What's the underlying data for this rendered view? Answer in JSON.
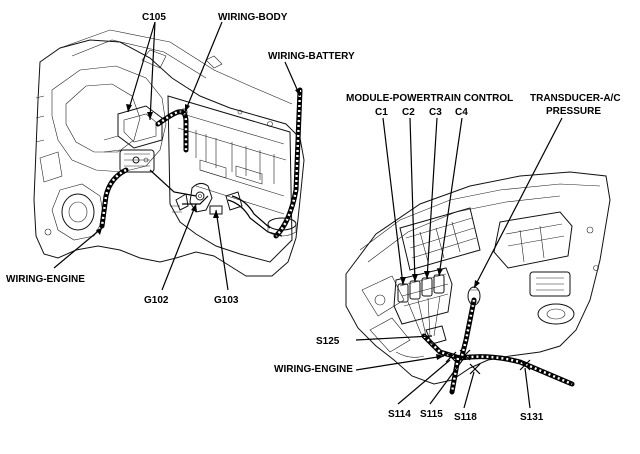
{
  "labels": {
    "c105": "C105",
    "wiring_body": "WIRING-BODY",
    "wiring_battery": "WIRING-BATTERY",
    "wiring_engine_left": "WIRING-ENGINE",
    "g102": "G102",
    "g103": "G103",
    "pcm_title": "MODULE-POWERTRAIN CONTROL",
    "c1": "C1",
    "c2": "C2",
    "c3": "C3",
    "c4": "C4",
    "transducer_line1": "TRANSDUCER-A/C",
    "transducer_line2": "PRESSURE",
    "s125": "S125",
    "wiring_engine_right": "WIRING-ENGINE",
    "s114": "S114",
    "s115": "S115",
    "s118": "S118",
    "s131": "S131"
  },
  "colors": {
    "ink": "#000000",
    "background": "#ffffff"
  }
}
